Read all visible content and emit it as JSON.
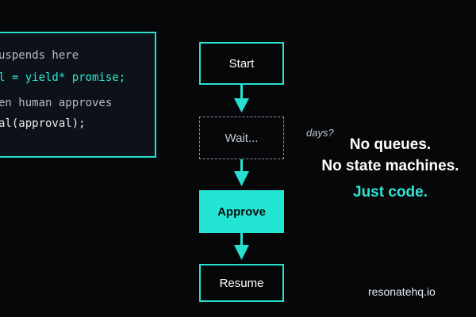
{
  "code": {
    "line1": "uspends here",
    "line2": "l = yield* promise;",
    "line3": "en human approves",
    "line4": "al(approval);"
  },
  "flow": {
    "start": "Start",
    "wait": "Wait...",
    "approve": "Approve",
    "resume": "Resume",
    "note": "days?"
  },
  "tagline": {
    "line1": "No queues.",
    "line2": "No state machines.",
    "line3": "Just code."
  },
  "site": "resonatehq.io",
  "colors": {
    "accent": "#28e0cf",
    "background": "#060709",
    "panel": "#0d1218",
    "dashed_border": "#8b9099"
  }
}
